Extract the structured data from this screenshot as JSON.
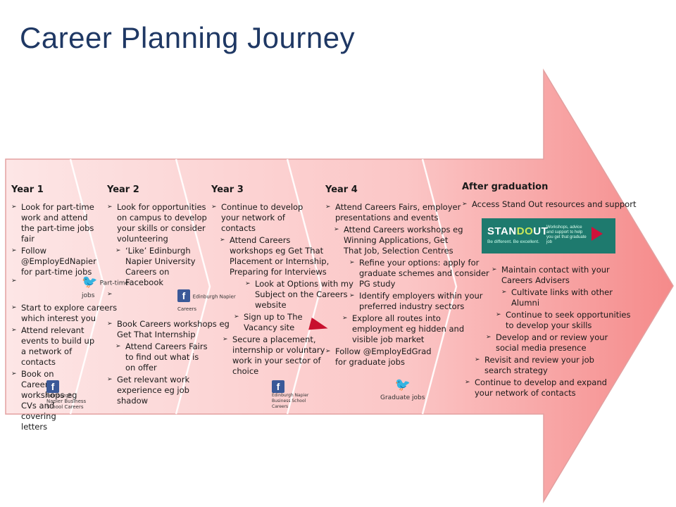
{
  "title": "Career Planning Journey",
  "colors": {
    "title": "#1f3864",
    "arrow_light": "#fde2e2",
    "arrow_dark": "#f58a8a",
    "border": "#d88a8a"
  },
  "year1": {
    "heading": "Year 1",
    "items": [
      "Look for part-time work and attend the part-time jobs fair",
      "Follow @EmployEdNapier for part-time jobs",
      "Start to explore careers which interest you",
      "Attend relevant events to build up a network of contacts",
      "Book on Careers workshops eg CVs and covering letters"
    ],
    "twitter_caption": "Part-time jobs",
    "fb_caption": "Edinburgh Napier Business School Careers"
  },
  "year2": {
    "heading": "Year 2",
    "items": [
      "Look for opportunities on campus to develop your skills or consider volunteering",
      "‘Like’ Edinburgh Napier University Careers on Facebook",
      "Book Careers workshops eg Get That Internship",
      "Attend Careers Fairs to find out what is on offer",
      "Get relevant work experience eg job shadow"
    ],
    "fb_caption": "Edinburgh Napier Careers"
  },
  "year3": {
    "heading": "Year 3",
    "items": [
      "Continue to develop your network of contacts",
      "Attend Careers workshops eg Get That Placement or Internship, Preparing for Interviews",
      "Look at Options with my Subject on the Careers website",
      "Sign up to The Vacancy site",
      "Secure a placement, internship or voluntary work in your sector of choice"
    ],
    "fb_caption": "Edinburgh Napier Business School Careers"
  },
  "year4": {
    "heading": "Year 4",
    "items": [
      "Attend Careers Fairs, employer presentations and events",
      "Attend Careers workshops eg Winning Applications, Get That Job, Selection Centres",
      "Refine your options: apply for graduate schemes and consider PG study",
      "Identify employers within your preferred industry sectors",
      "Explore all routes into employment eg hidden and visible job market",
      "Follow @EmployEdGrad for graduate jobs"
    ],
    "twitter_caption": "Graduate jobs"
  },
  "after": {
    "heading": "After graduation",
    "items": [
      "Access Stand Out resources and support",
      "Maintain contact with your Careers Advisers",
      "Cultivate links with other Alumni",
      "Continue to seek opportunities to develop your skills",
      "Develop and or review your social media presence",
      "Revisit and review your job search strategy",
      "Continue to develop and expand your network of contacts"
    ],
    "standout": {
      "logo_a": "STAN",
      "logo_b": "DO",
      "logo_c": "UT",
      "tagline": "Be different. Be excellent.",
      "description": "Workshops, advice and support to help you get that graduate job"
    }
  }
}
